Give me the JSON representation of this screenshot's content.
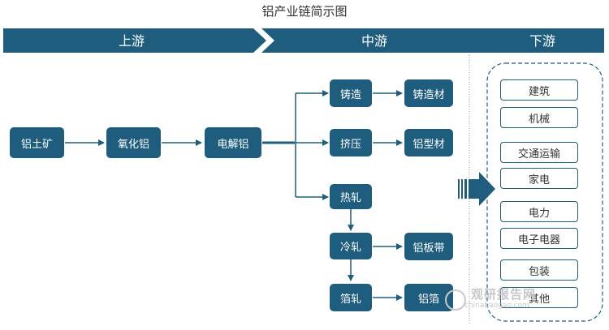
{
  "title": "铝产业链简示图",
  "stages": {
    "upstream": "上游",
    "midstream": "中游",
    "downstream": "下游"
  },
  "colors": {
    "primary": "#1f5d7e",
    "text": "#333333"
  },
  "upstream_nodes": {
    "bauxite": "铝土矿",
    "alumina": "氧化铝",
    "electrolytic": "电解铝"
  },
  "process_nodes": {
    "casting": "铸造",
    "extrusion": "挤压",
    "hot_rolling": "热轧",
    "cold_rolling": "冷轧",
    "foil_rolling": "箔轧"
  },
  "product_nodes": {
    "cast_aluminum": "铸造材",
    "profile": "铝型材",
    "plate_strip": "铝板带",
    "foil": "铝箔"
  },
  "downstream_items": [
    "建筑",
    "机械",
    "交通运输",
    "家电",
    "电力",
    "电子电器",
    "包装",
    "其他"
  ],
  "watermark": {
    "name": "观研报告网",
    "url": "chinabaogao.com"
  }
}
